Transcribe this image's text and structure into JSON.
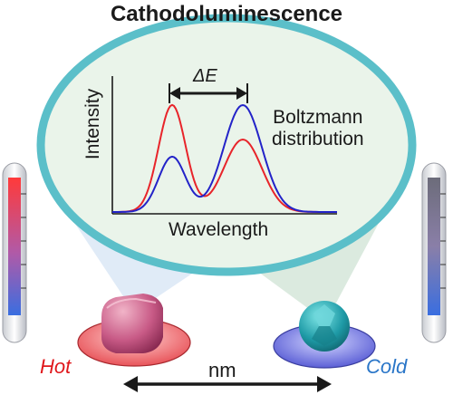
{
  "title": "Cathodoluminescence",
  "axes": {
    "y_label": "Intensity",
    "x_label": "Wavelength"
  },
  "delta_label": "ΔE",
  "distribution_label_line1": "Boltzmann",
  "distribution_label_line2": "distribution",
  "hot_label": "Hot",
  "cold_label": "Cold",
  "distance_label": "nm",
  "colors": {
    "hot": "#e0181c",
    "cold": "#2a76c8",
    "red_curve": "#e8242a",
    "blue_curve": "#2323c8",
    "bubble_border": "#5bbfc9",
    "bubble_fill": "#eaf4ea"
  }
}
